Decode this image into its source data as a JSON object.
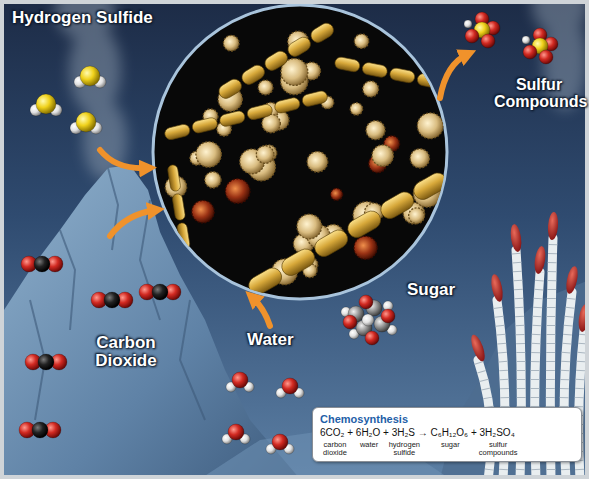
{
  "diagram": {
    "nodes": [
      {
        "text": [
          "Chemosynthesis",
          "6CO₂ + 6H₂O + 3H₂S → C₆H₁₂O₆ + 3H₂SO₄",
          "carbon dioxide",
          "water",
          "hydrogen sulfide",
          "sugar",
          "sulfur compounds"
        ]
      }
    ],
    "labels": [
      "Hydrogen Sulfide",
      "Sulfur Compounds",
      "Sugar",
      "Carbon Dioxide",
      "Water"
    ]
  }
}
